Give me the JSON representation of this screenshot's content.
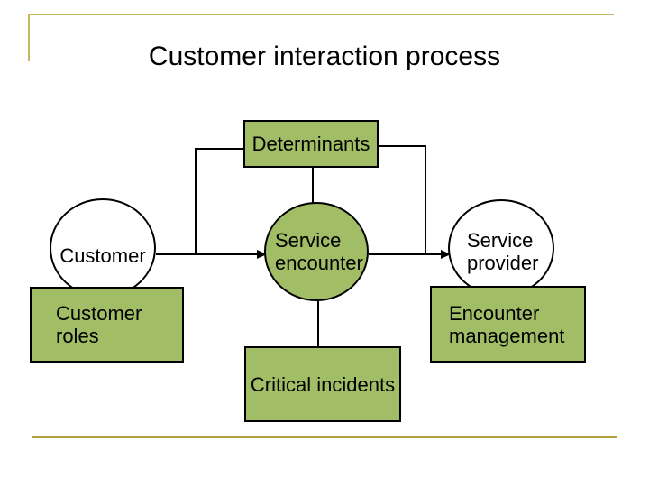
{
  "slide": {
    "title": "Customer interaction process",
    "colors": {
      "shape_fill_green": "#A1BD66",
      "shape_border": "#000000",
      "connector": "#000000",
      "accent_rule_top": "#C8B55F",
      "accent_rule_bottom": "#B2A23B",
      "background": "#FFFFFF",
      "text": "#000000"
    },
    "nodes": {
      "determinants": {
        "label": "Determinants"
      },
      "customer": {
        "label": "Customer"
      },
      "service_encounter": {
        "line1": "Service",
        "line2": "encounter"
      },
      "service_provider": {
        "line1": "Service",
        "line2": "provider"
      },
      "customer_roles": {
        "line1": "Customer",
        "line2": "roles"
      },
      "encounter_management": {
        "line1": "Encounter",
        "line2": "management"
      },
      "critical_incidents": {
        "label": "Critical incidents"
      }
    }
  }
}
